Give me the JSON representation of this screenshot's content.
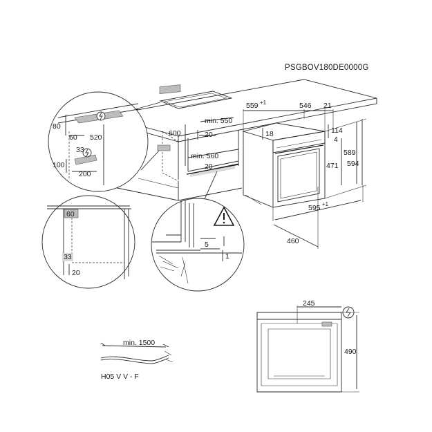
{
  "product_code": "PSGBOV180DE0000G",
  "installation_dims": {
    "niche_width": "min. 560",
    "niche_depth": "min. 550",
    "niche_height": "600",
    "gap_top": "20",
    "gap_bottom": "20",
    "socket_offset_top": "80",
    "socket_offset_a": "60",
    "socket_height": "520",
    "socket_offset_b": "33",
    "socket_left": "100",
    "socket_width": "200"
  },
  "oven_dims": {
    "depth_total": "559",
    "depth_total_sup": "+1",
    "depth_body": "546",
    "front_thickness": "21",
    "top_offset": "18",
    "panel_height": "114",
    "panel_gap": "4",
    "door_height": "471",
    "body_height": "589",
    "total_height": "594",
    "width": "595",
    "width_sup": "+1",
    "body_depth_side": "460"
  },
  "detail_left": {
    "top_value": "60",
    "side_value": "33",
    "bottom_value": "20"
  },
  "detail_right": {
    "gap_value": "5",
    "step_value": "1"
  },
  "rear_view": {
    "socket_offset": "245",
    "height": "490"
  },
  "cable": {
    "length": "min. 1500",
    "type": "H05 V V - F"
  },
  "icons": [
    "electrical-connection-icon",
    "warning-triangle-icon"
  ]
}
